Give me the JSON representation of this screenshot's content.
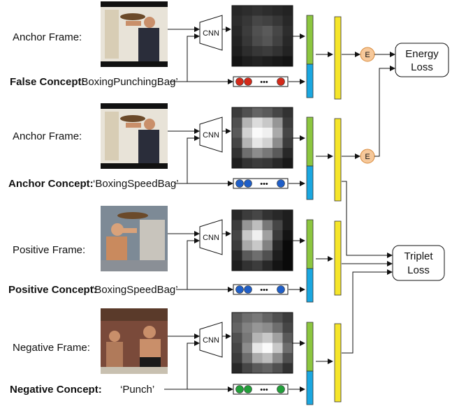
{
  "rows": [
    {
      "frame_label": "Anchor Frame:",
      "concept_label": "False Concept:",
      "concept_color": "#b01e1e",
      "concept_value": "‘BoxingPunchingBag’",
      "dot_color": "#d42a1a",
      "heat": "false"
    },
    {
      "frame_label": "Anchor Frame:",
      "concept_label": "Anchor Concept:",
      "concept_color": "#2a5db0",
      "concept_value": "‘BoxingSpeedBag’",
      "dot_color": "#1f5fc8",
      "heat": "anchor"
    },
    {
      "frame_label": "Positive Frame:",
      "concept_label": "Positive Concept:",
      "concept_color": "#2a5db0",
      "concept_value": "‘BoxingSpeedBag’",
      "dot_color": "#1f5fc8",
      "heat": "positive"
    },
    {
      "frame_label": "Negative Frame:",
      "concept_label": "Negative Concept:",
      "concept_color": "#2e9a3a",
      "concept_value": "‘Punch’",
      "dot_color": "#22a03a",
      "heat": "negative"
    }
  ],
  "cnn_label": "CNN",
  "dots_label": "•••",
  "energy_symbol": "E",
  "energy_loss": {
    "line1": "Energy",
    "line2": "Loss"
  },
  "triplet_loss": {
    "line1": "Triplet",
    "line2": "Loss"
  },
  "colors": {
    "green_bar": "#8cc63f",
    "blue_bar": "#1aa7e0",
    "yellow_bar": "#f5e52a",
    "energy_node": "#f6c89a"
  }
}
